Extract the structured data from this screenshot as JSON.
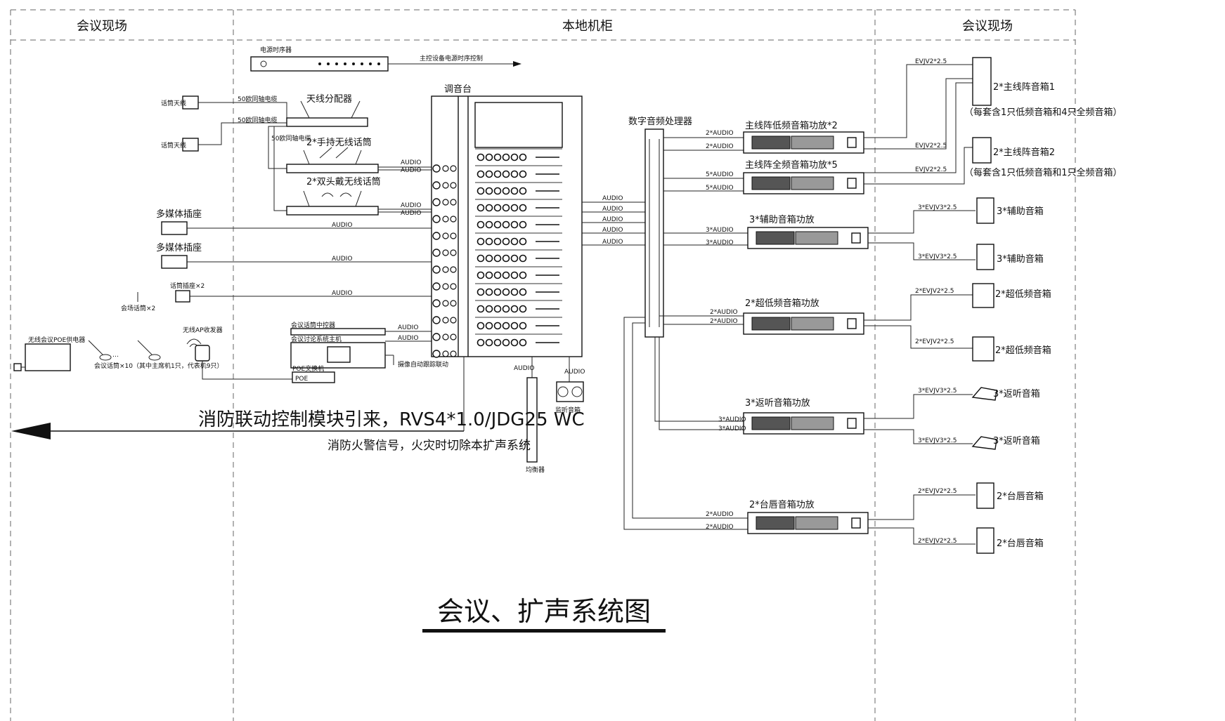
{
  "zones": {
    "left": "会议现场",
    "center": "本地机柜",
    "right": "会议现场"
  },
  "title": "会议、扩声系统图",
  "power_sequencer": {
    "label": "电源时序器",
    "output_label": "主控设备电源时序控制"
  },
  "antenna": {
    "left_top_label": "话筒天线",
    "left_bottom_label": "话筒天线",
    "cable_label": "50欧同轴电缆",
    "splitter_label": "天线分配器"
  },
  "mics": {
    "handheld_label": "2*手持无线话筒",
    "headset_label": "2*双头戴无线话筒"
  },
  "multimedia": {
    "socket1": "多媒体插座",
    "socket2": "多媒体插座"
  },
  "mic_socket": {
    "label": "话筒插座×2",
    "mic_label": "会场话筒×2"
  },
  "conference": {
    "poe_label": "无线会议POE供电器",
    "units_label": "会议话筒×10（其中主席机1只，代表机9只）",
    "ellipsis": "…",
    "ap_label": "无线AP收发器",
    "host_label": "会议讨论系统主机",
    "controller_label": "会议话筒中控器",
    "poe_switch_label": "POE交换机",
    "poe_tag": "POE",
    "tracking_label": "摄像自动跟踪联动"
  },
  "mixer": {
    "label": "调音台"
  },
  "monitor": {
    "equalizer_label": "均衡器",
    "speaker_label": "监听音箱"
  },
  "dsp": {
    "label": "数字音频处理器"
  },
  "audio_label": "AUDIO",
  "fire": {
    "main": "消防联动控制模块引来，RVS4*1.0/JDG25  WC",
    "sub": "消防火警信号，火灾时切除本扩声系统"
  },
  "amplifiers": [
    {
      "label": "主线阵低频音箱功放*2",
      "in1": "2*AUDIO",
      "in2": "2*AUDIO"
    },
    {
      "label": "主线阵全频音箱功放*5",
      "in1": "5*AUDIO",
      "in2": "5*AUDIO"
    },
    {
      "label": "3*辅助音箱功放",
      "in1": "3*AUDIO",
      "in2": "3*AUDIO"
    },
    {
      "label": "2*超低频音箱功放",
      "in1": "2*AUDIO",
      "in2": "2*AUDIO"
    },
    {
      "label": "3*返听音箱功放",
      "in1": "3*AUDIO",
      "in2": "3*AUDIO"
    },
    {
      "label": "2*台唇音箱功放",
      "in1": "2*AUDIO",
      "in2": "2*AUDIO"
    }
  ],
  "speakers": {
    "array1": "2*主线阵音箱1",
    "array1_note": "（每套含1只低频音箱和4只全频音箱）",
    "array2": "2*主线阵音箱2",
    "array2_note": "（每套含1只低频音箱和1只全频音箱）",
    "aux1": "3*辅助音箱",
    "aux2": "3*辅助音箱",
    "sub1": "2*超低频音箱",
    "sub2": "2*超低频音箱",
    "ret1": "3*返听音箱",
    "ret2": "3*返听音箱",
    "lip1": "2*台唇音箱",
    "lip2": "2*台唇音箱"
  },
  "cables": {
    "array1": "EVJV2*2.5",
    "array2a": "EVJV2*2.5",
    "array2b": "EVJV2*2.5",
    "aux1": "3*EVJV3*2.5",
    "aux2": "3*EVJV3*2.5",
    "sub1": "2*EVJV2*2.5",
    "sub2": "2*EVJV2*2.5",
    "ret1": "3*EVJV3*2.5",
    "ret2": "3*EVJV3*2.5",
    "lip1": "2*EVJV2*2.5",
    "lip2": "2*EVJV2*2.5"
  }
}
